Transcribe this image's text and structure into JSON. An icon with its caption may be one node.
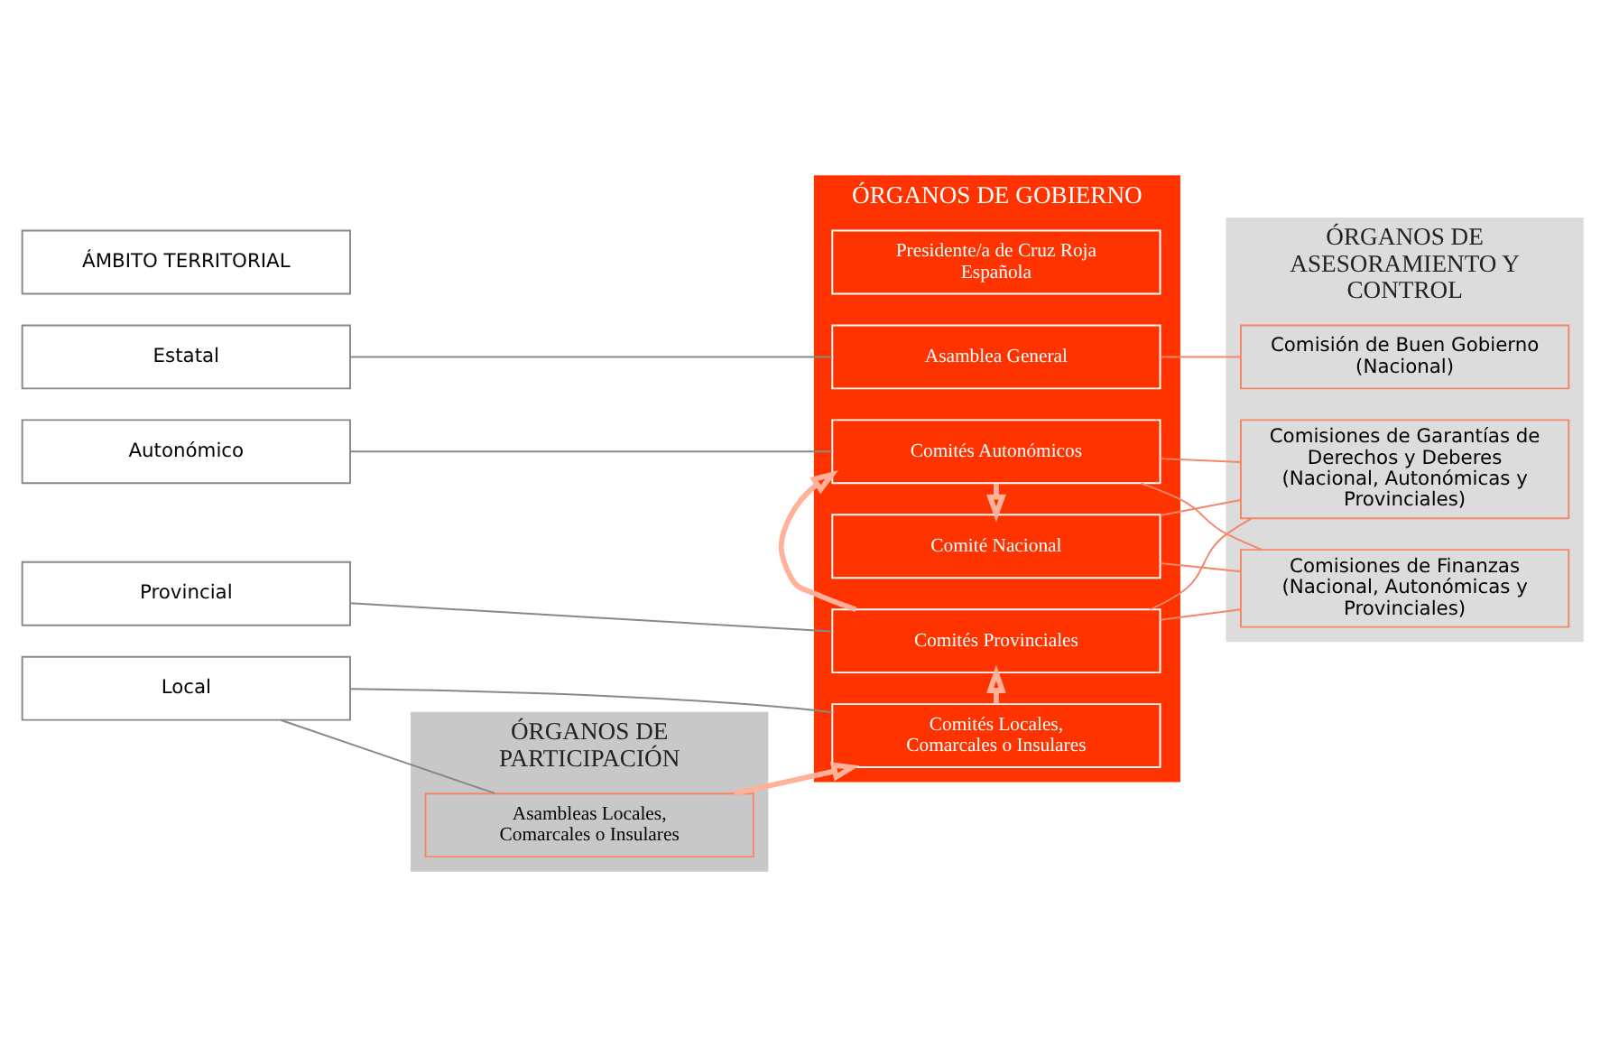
{
  "diagram": {
    "nodes": [
      {
        "text": [
          "ÁMBITO TERRITORIAL"
        ]
      },
      {
        "text": [
          "Estatal"
        ]
      },
      {
        "text": [
          "Autonómico"
        ]
      },
      {
        "text": [
          "Provincial"
        ]
      },
      {
        "text": [
          "Local"
        ]
      },
      {
        "text": [
          "ÓRGANOS DE GOBIERNO"
        ]
      },
      {
        "text": [
          "Presidente/a de Cruz Roja Española"
        ],
        "in": 5
      },
      {
        "text": [
          "Asamblea General"
        ],
        "in": 5
      },
      {
        "text": [
          "Comité Nacional"
        ],
        "in": 5
      },
      {
        "text": [
          "Comités Autonómicos"
        ],
        "in": 5
      },
      {
        "text": [
          "Comités Provinciales"
        ],
        "in": 5
      },
      {
        "text": [
          "Comités Locales, Comarcales o Insulares"
        ],
        "in": 5
      },
      {
        "text": [
          "ÓRGANOS DE ASESORAMIENTO Y CONTROL"
        ]
      },
      {
        "text": [
          "Comisión de Buen Gobierno (Nacional)"
        ],
        "in": 12
      },
      {
        "text": [
          "Comisiones de Garantías de Derechos y Deberes (Nacional, Autonómicas y Provinciales)"
        ],
        "in": 12
      },
      {
        "text": [
          "Comisiones de Finanzas (Nacional, Autonómicas y Provinciales)"
        ],
        "in": 12
      },
      {
        "text": [
          "ÓRGANOS DE PARTICIPACIÓN"
        ]
      },
      {
        "text": [
          "Asambleas Locales, Comarcales o Insulares"
        ],
        "in": 16
      }
    ],
    "edges": [
      {
        "from": 1,
        "to": 7,
        "arrow": "none",
        "color": "#888888"
      },
      {
        "from": 2,
        "to": 9,
        "arrow": "none",
        "color": "#888888"
      },
      {
        "from": 3,
        "to": 10,
        "arrow": "none",
        "color": "#888888"
      },
      {
        "from": 4,
        "to": 11,
        "arrow": "none",
        "color": "#888888"
      },
      {
        "from": 4,
        "to": 17,
        "arrow": "none",
        "color": "#888888"
      },
      {
        "from": 9,
        "to": 8,
        "arrow": "to",
        "style": "thick"
      },
      {
        "from": 10,
        "to": 9,
        "arrow": "to",
        "style": "thick"
      },
      {
        "from": 11,
        "to": 10,
        "arrow": "to",
        "style": "thick"
      },
      {
        "from": 17,
        "to": 11,
        "arrow": "to",
        "style": "thick"
      },
      {
        "from": 7,
        "to": 13,
        "arrow": "none"
      },
      {
        "from": 8,
        "to": 14,
        "arrow": "none"
      },
      {
        "from": 8,
        "to": 15,
        "arrow": "none"
      },
      {
        "from": 9,
        "to": 14,
        "arrow": "none"
      },
      {
        "from": 9,
        "to": 15,
        "arrow": "none"
      },
      {
        "from": 10,
        "to": 14,
        "arrow": "none"
      },
      {
        "from": 10,
        "to": 15,
        "arrow": "none"
      }
    ]
  }
}
